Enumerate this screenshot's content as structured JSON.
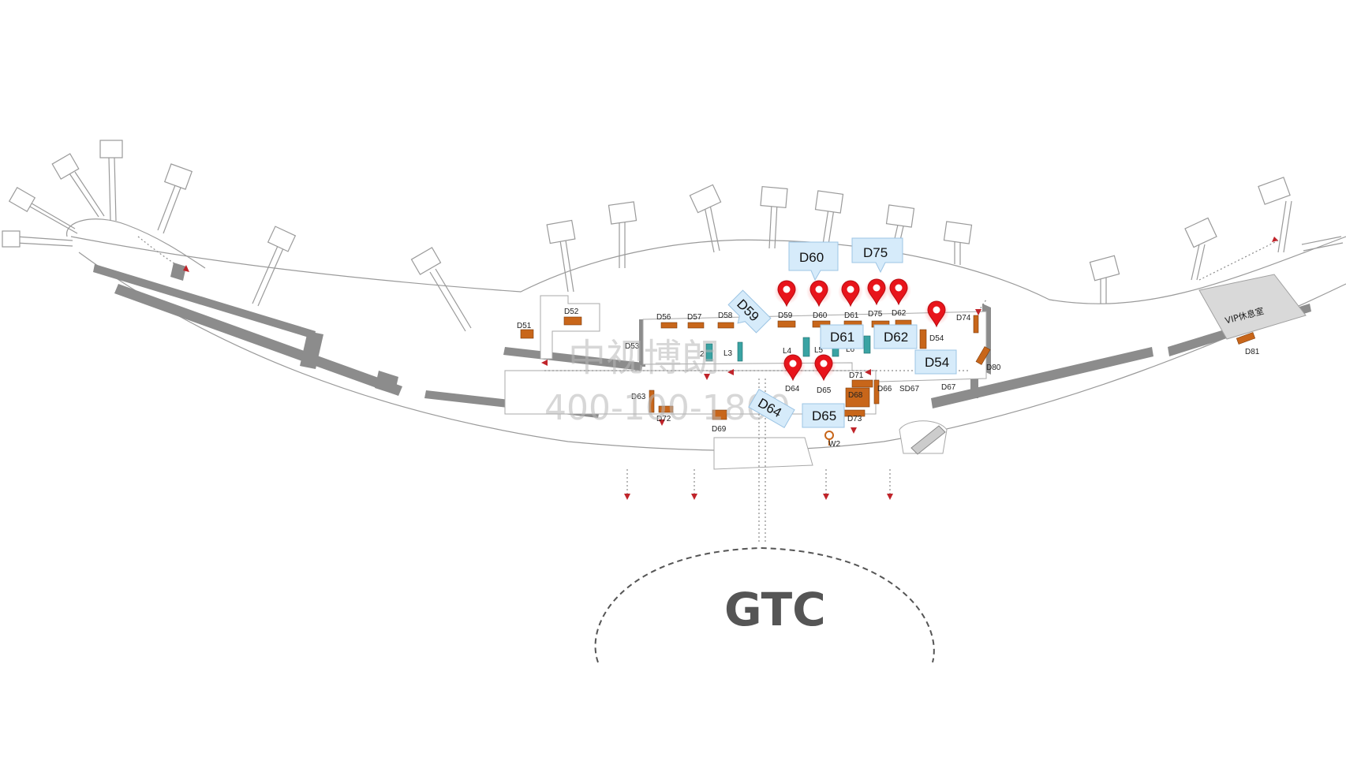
{
  "terminal_label": "GTC",
  "watermark": {
    "line1": "中视博朗",
    "line2": "400-100-1800"
  },
  "vip_room_label": "VIP休息室",
  "gate_labels": {
    "D51": "D51",
    "D52": "D52",
    "D53": "D53",
    "D56": "D56",
    "D57": "D57",
    "D58": "D58",
    "D59": "D59",
    "D60": "D60",
    "D61": "D61",
    "D75": "D75",
    "D62": "D62",
    "D54": "D54",
    "D74": "D74",
    "D80": "D80",
    "D81": "D81",
    "D71": "D71",
    "D64": "D64",
    "D65": "D65",
    "D66": "D66",
    "SD67": "SD67",
    "D67": "D67",
    "D68": "D68",
    "D63": "D63",
    "D72": "D72",
    "D69": "D69",
    "D73": "D73",
    "W2": "W2",
    "L2": "2",
    "L3": "L3",
    "L4": "L4",
    "L5": "L5",
    "L6": "L6"
  },
  "callouts": {
    "D59": "D59",
    "D60": "D60",
    "D75": "D75",
    "D61": "D61",
    "D62": "D62",
    "D54": "D54",
    "D64": "D64",
    "D65": "D65"
  },
  "colors": {
    "pin": "#e8141b",
    "callout_fill": "#d6ebfa",
    "callout_stroke": "#9cc4e4",
    "ad_panel": "#c8661a",
    "wall": "#8c8c8c",
    "arrow": "#c0242a"
  }
}
